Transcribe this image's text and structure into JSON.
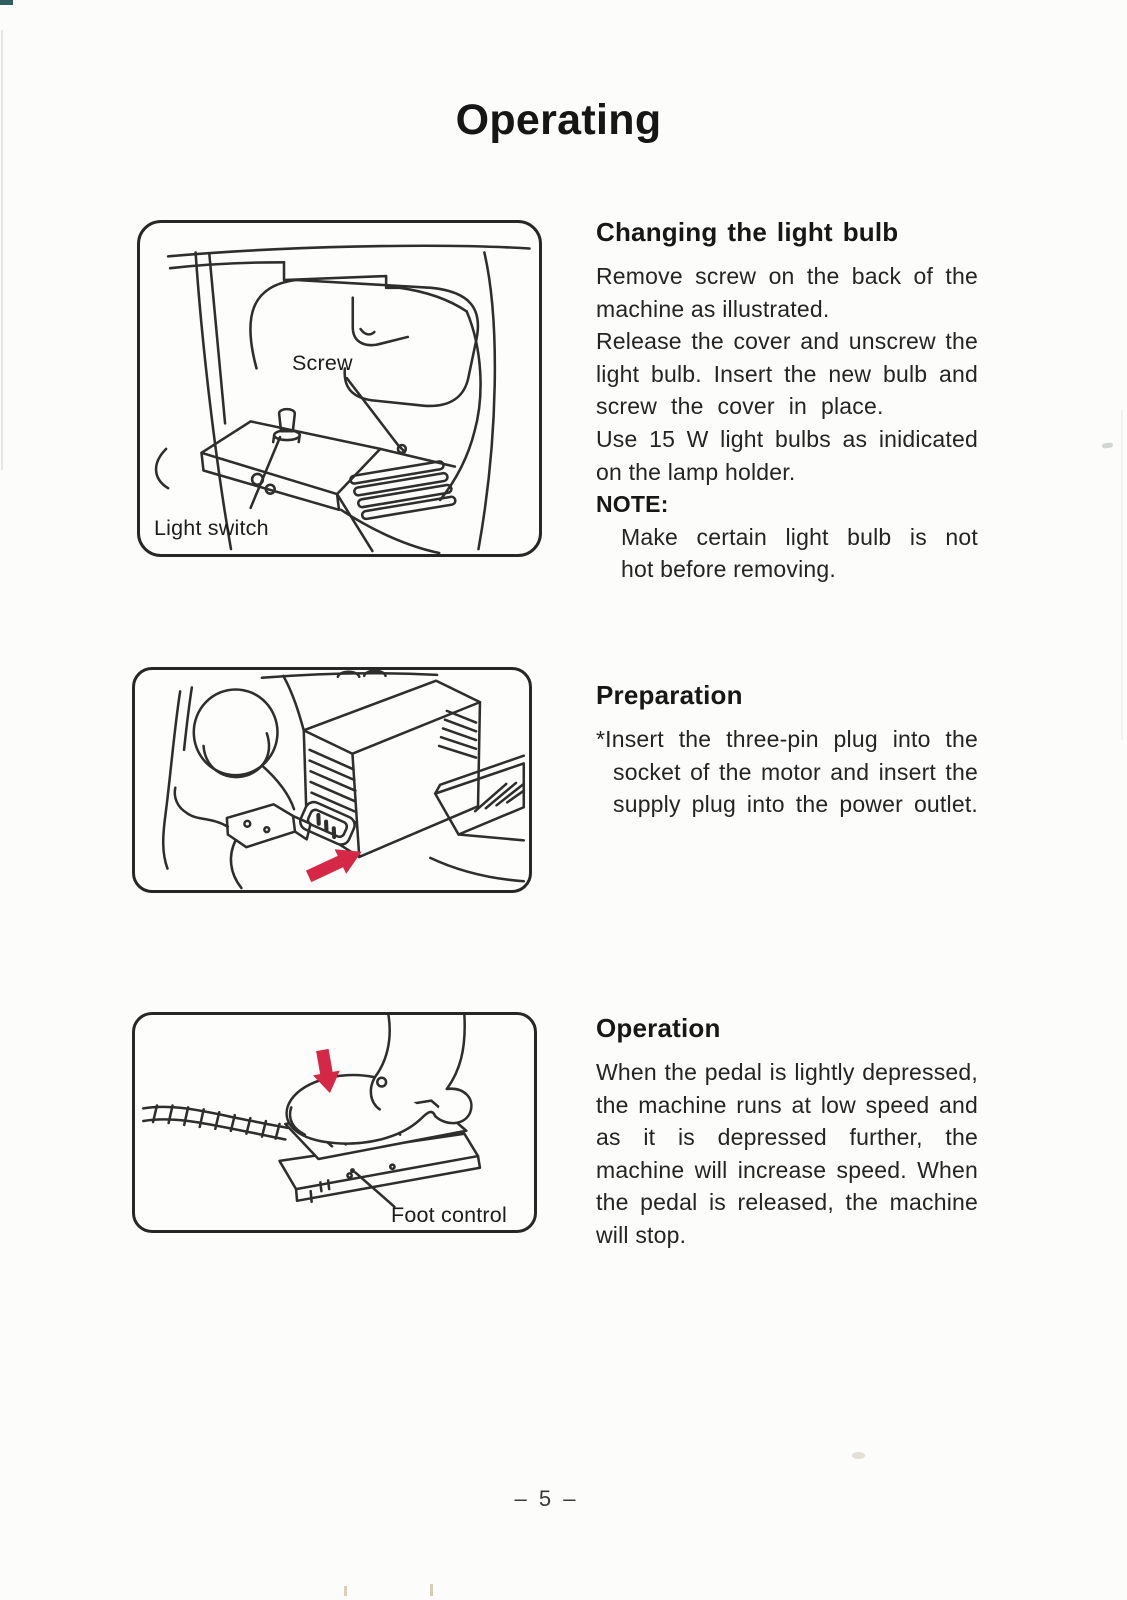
{
  "page": {
    "title": "Operating",
    "page_number": "– 5 –"
  },
  "colors": {
    "arrow_red": "#d42846",
    "ink": "#222222"
  },
  "sections": {
    "light_bulb": {
      "heading": "Changing the light bulb",
      "lines": [
        "Remove screw on the back of the",
        "machine as illustrated.",
        "Release the cover and unscrew the",
        "light bulb. Insert the new bulb and",
        "screw the cover in place.",
        "Use 15 W light bulbs as inidicated",
        "on the lamp holder."
      ],
      "note_label": "NOTE:",
      "note_lines": [
        "Make certain light bulb is not",
        "hot before removing."
      ]
    },
    "preparation": {
      "heading": "Preparation",
      "lines": [
        "*Insert the three-pin plug into the",
        "socket of the motor and insert the",
        "supply plug into the power outlet."
      ]
    },
    "operation": {
      "heading": "Operation",
      "lines": [
        "When the pedal is lightly depressed,",
        "the machine runs at low speed and",
        "as it is depressed further, the",
        "machine will increase speed. When",
        "the pedal is released, the machine",
        "will stop."
      ]
    }
  },
  "figures": {
    "light_bulb": {
      "screw_label": "Screw",
      "light_switch_label": "Light switch"
    },
    "preparation": {
      "arrow_icon": "insert-direction-arrow"
    },
    "operation": {
      "arrow_icon": "press-down-arrow",
      "foot_control_label": "Foot control"
    }
  }
}
